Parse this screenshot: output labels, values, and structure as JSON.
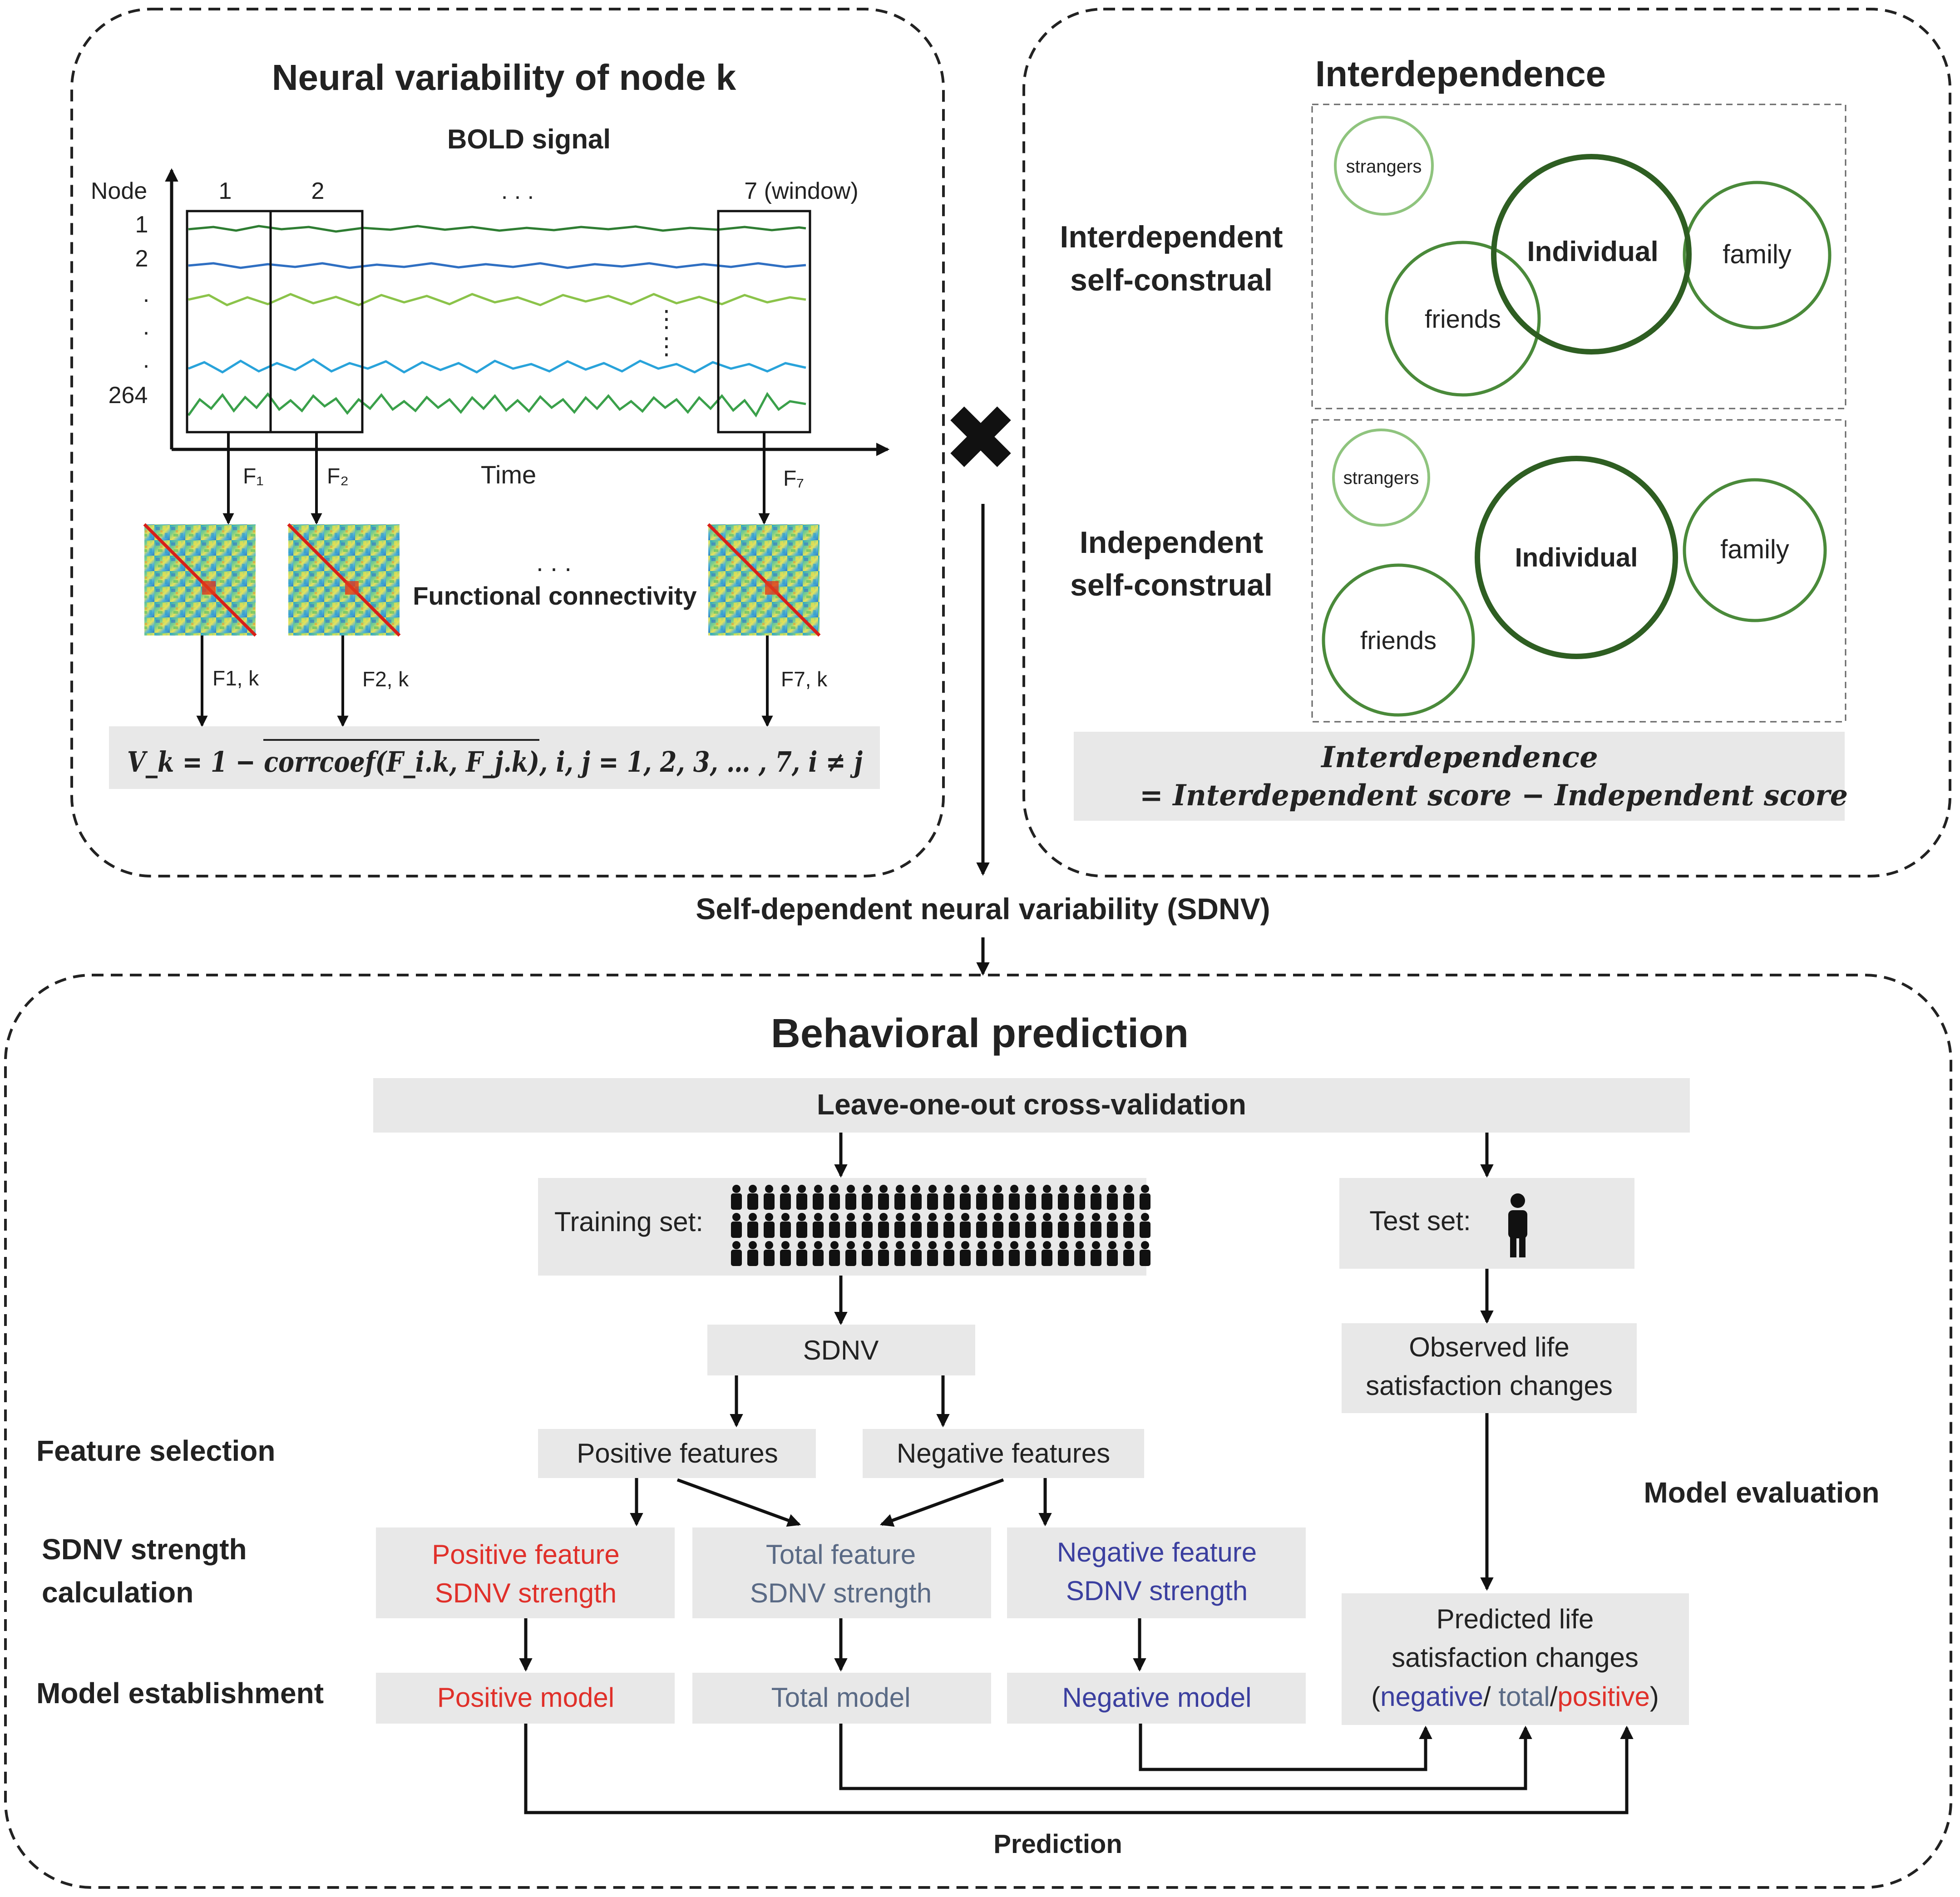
{
  "panel1": {
    "title": "Neural variability of node k",
    "bold_label": "BOLD signal",
    "node_axis_label": "Node",
    "node_labels": [
      "1",
      "2",
      ".",
      ".",
      ".",
      "264"
    ],
    "window_labels": [
      "1",
      "2",
      ". . .",
      "7 (window)"
    ],
    "time_label": "Time",
    "f_labels": [
      "F₁",
      "F₂",
      "F₇"
    ],
    "fc_ellipsis": ". . .",
    "fc_label": "Functional  connectivity",
    "fk_labels": [
      "F1, k",
      "F2, k",
      "F7, k"
    ],
    "formula": "V_k = 1 − corrcoef(F_i.k, F_j.k), i, j = 1, 2, 3, … , 7, i ≠ j"
  },
  "panel2": {
    "title": "Interdependence",
    "interdependent_label": [
      "Interdependent",
      "self-construal"
    ],
    "independent_label": [
      "Independent",
      "self-construal"
    ],
    "circles_top": [
      "strangers",
      "Individual",
      "family",
      "friends"
    ],
    "circles_bottom": [
      "strangers",
      "Individual",
      "family",
      "friends"
    ],
    "formula_line1": "Interdependence",
    "formula_line2": "= Interdependent score − Independent score"
  },
  "multiply_symbol": "✖",
  "sdnv_label": "Self-dependent  neural variability (SDNV)",
  "panel3": {
    "title": "Behavioral prediction",
    "loocv": "Leave-one-out cross-validation",
    "training_set": "Training set:",
    "test_set": "Test set:",
    "sdnv_box": "SDNV",
    "observed": [
      "Observed life",
      "satisfaction changes"
    ],
    "positive_features": "Positive features",
    "negative_features": "Negative features",
    "row_labels": {
      "feature_selection": "Feature selection",
      "strength_calc": [
        "SDNV strength",
        "calculation"
      ],
      "model_establishment": "Model establishment",
      "model_evaluation": "Model evaluation"
    },
    "strength_boxes": {
      "positive": [
        "Positive feature",
        "SDNV strength"
      ],
      "total": [
        "Total feature",
        "SDNV strength"
      ],
      "negative": [
        "Negative feature",
        "SDNV strength"
      ]
    },
    "models": {
      "positive": "Positive model",
      "total": "Total model",
      "negative": "Negative model"
    },
    "predicted": {
      "line1": "Predicted life",
      "line2": "satisfaction changes",
      "open": "(",
      "neg": "negative",
      "sep1": "/ ",
      "tot": "total",
      "sep2": "/",
      "pos": "positive",
      "close": ")"
    },
    "prediction_label": "Prediction"
  },
  "colors": {
    "positive": "#e0302a",
    "total": "#5a6a85",
    "negative": "#3b3f9f",
    "box_fill": "#e8e8e8",
    "circle_dark": "#2e5e22",
    "circle_mid": "#4a8a3a",
    "circle_light": "#8fc47e"
  }
}
